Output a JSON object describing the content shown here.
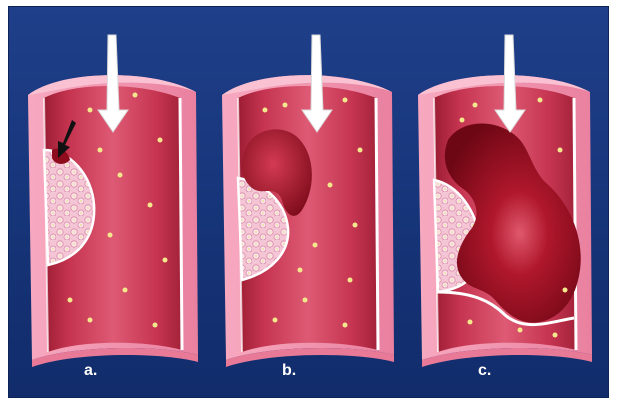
{
  "panels": [
    {
      "label": "a."
    },
    {
      "label": "b."
    },
    {
      "label": "c."
    }
  ],
  "colors": {
    "background": "#1a3a85",
    "vessel_wall": "#f08aa8",
    "lumen": "#d7455f",
    "plaque": "#f2b8cc",
    "thrombus": "#8e0c1e",
    "arrow": "#ffffff"
  },
  "icons": [
    "blood-flow-arrow-icon",
    "rupture-pointer-icon"
  ]
}
